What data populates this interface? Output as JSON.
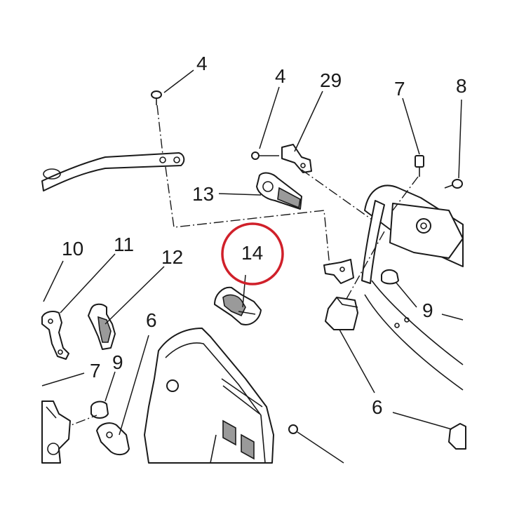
{
  "diagram": {
    "callouts": {
      "c4a": "4",
      "c4b": "4",
      "c29": "29",
      "c7a": "7",
      "c8": "8",
      "c13": "13",
      "c10": "10",
      "c11": "11",
      "c12": "12",
      "c14": "14",
      "c9a": "9",
      "c6a": "6",
      "c7b": "7",
      "c9b": "9",
      "c6b": "6"
    },
    "highlight_color": "#d0202a",
    "ink_color": "#1a1a1a"
  }
}
